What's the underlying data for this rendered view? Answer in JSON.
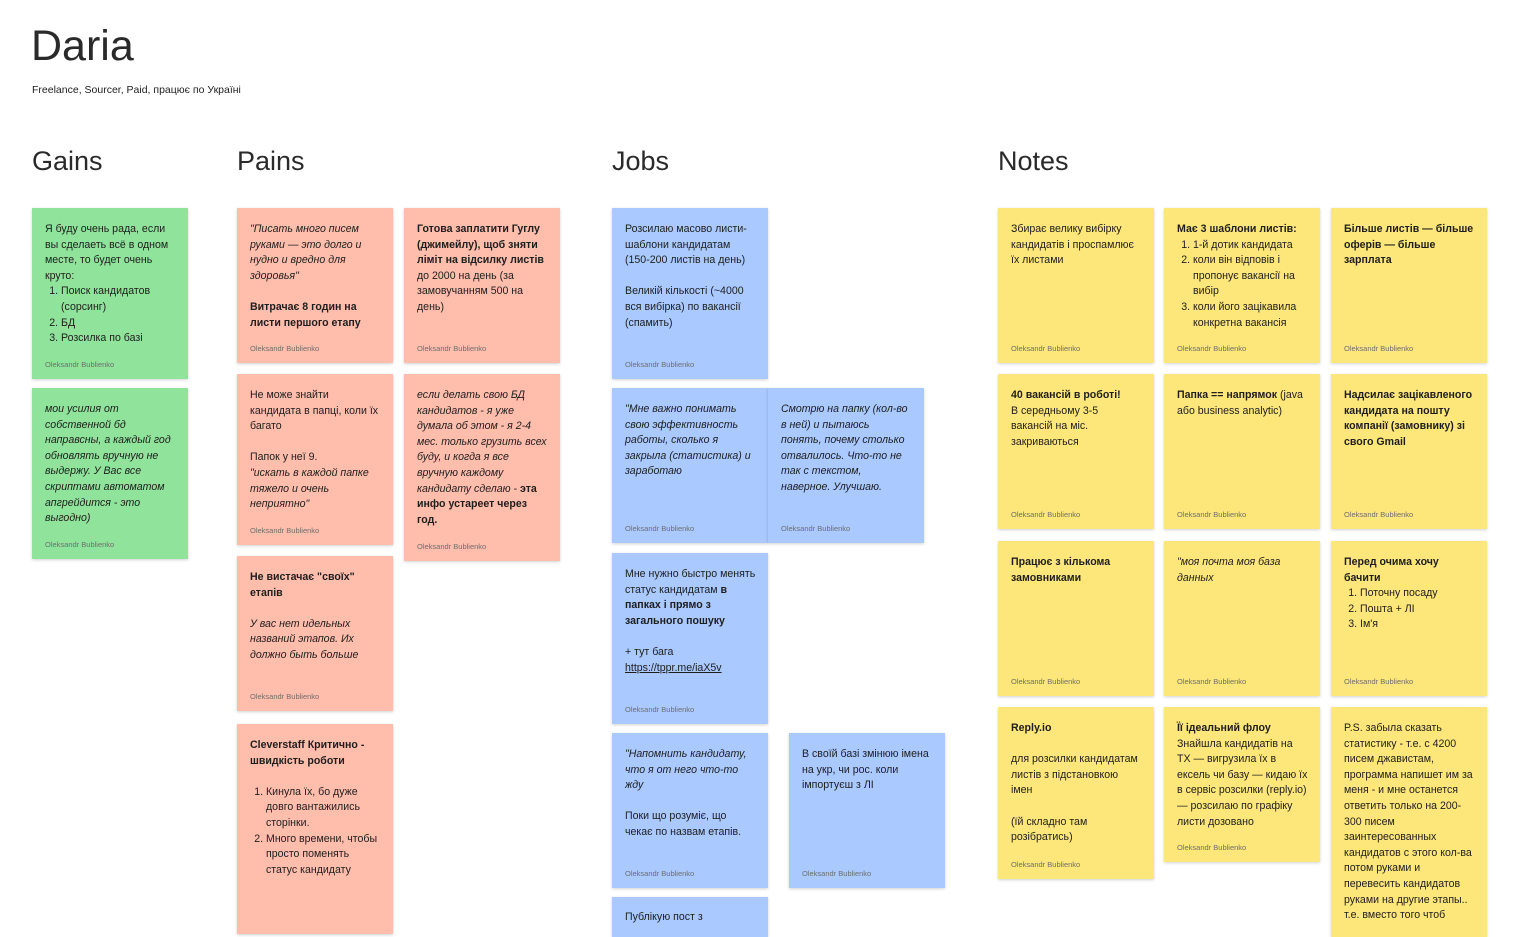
{
  "board": {
    "title": "Daria",
    "subtitle": "Freelance, Sourcer, Paid, працює по Україні"
  },
  "columns": {
    "gains": "Gains",
    "pains": "Pains",
    "jobs": "Jobs",
    "notes": "Notes"
  },
  "author": "Oleksandr Bublienko",
  "colors": {
    "green": "#90e39a",
    "red": "#ffbdac",
    "blue": "#a9c9ff",
    "yellow": "#fde67a"
  },
  "gains": {
    "g1": {
      "text": "Я буду очень рада, если вы сделаеть всё в одном месте, то будет очень круто:",
      "items": [
        "Поиск кандидатов (сорсинг)",
        "БД",
        "Розсилка по базі"
      ]
    },
    "g2": {
      "text": "мои усилия от собственной бд направсны, а каждый год обновлять вручную не выдержу. У Вас все скриптами автоматом апгрейдится - это выгодно)"
    }
  },
  "pains": {
    "p1": {
      "quote": "\"Писать много писем руками — это долго и нудно и вредно для здоровья\"",
      "bold": "Витрачає 8 годин на листи першого етапу"
    },
    "p2": {
      "bold": "Готова заплатити Гуглу (джимейлу), щоб зняти ліміт на відсилку листів",
      "text": " до 2000 на день (за замовучанням 500 на день)"
    },
    "p3": {
      "text": "Не може знайти кандидата в папці, коли їх багато",
      "text2": "Папок у неї 9.",
      "quote": "\"искать в каждой папке тяжело и очень неприятно\""
    },
    "p4": {
      "italic": "если делать свою БД кандидатов - я уже думала об этом - я 2-4 мес. только грузить всех буду, и когда я все вручную каждому кандидату сделаю - ",
      "bold": "эта инфо устареет через год."
    },
    "p5": {
      "bold": "Не вистачає \"своїх\" етапів",
      "italic": "У вас нет идельных названий этапов. Их должно быть больше"
    },
    "p6": {
      "bold": "Cleverstaff Критично - швидкість роботи",
      "items": [
        "Кинула їх, бо дуже довго вантажились сторінки.",
        "Много времени, чтобы просто поменять статус кандидату"
      ]
    }
  },
  "jobs": {
    "j1": {
      "text": "Розсилаю масово листи-шаблони кандидатам (150-200 листів на день)",
      "text2": "Великій кількості (~4000 вся вибірка) по вакансії (спамить)"
    },
    "j2": {
      "italic": "\"Мне важно понимать свою эффективность работы, сколько я закрыла (статистика) и заработаю"
    },
    "j3": {
      "italic": "Смотрю на папку (кол-во в ней) и пытаюсь понять, почему столько отвалилось. Что-то не так с текстом, наверное. Улучшаю."
    },
    "j4": {
      "text": "Мне нужно быстро менять статус кандидатам ",
      "bold": "в папках і прямо з загального пошуку",
      "text2": "+ тут бага",
      "link": "https://tppr.me/iaX5v"
    },
    "j5": {
      "italic": "\"Напомнить кандидату, что я от него что-то жду",
      "text": "Поки що розуміє, що чекає по назвам етапів."
    },
    "j6": {
      "text": "В своїй базі змінюю імена на укр, чи рос. коли імпортуєш з ЛІ"
    },
    "j7": {
      "text": "Публікую пост з"
    }
  },
  "notes": {
    "n1": {
      "text": "Збирає велику вибірку кандидатів і проспамлює їх листами"
    },
    "n2": {
      "bold": "Має 3 шаблони листів:",
      "items": [
        "1-й дотик кандидата",
        "коли він відповів і пропонує вакансії на вибір",
        "коли його зацікавила конкретна вакансія"
      ]
    },
    "n3": {
      "bold": "Більше листів — більше оферів — більше зарплата"
    },
    "n4": {
      "bold": "40 вакансій в роботі!",
      "text": "В середньому 3-5 вакансій на міс. закриваються"
    },
    "n5": {
      "bold": "Папка == напрямок",
      "text": " (java або business analytic)"
    },
    "n6": {
      "bold": "Надсилає зацікавленого кандидата на пошту компанії (замовнику) зі свого Gmail"
    },
    "n7": {
      "bold": "Працює з кількома замовниками"
    },
    "n8": {
      "italic": "\"моя почта моя база данных"
    },
    "n9": {
      "bold": "Перед очима хочу бачити",
      "items": [
        "Поточну посаду",
        "Пошта + ЛІ",
        "Ім'я"
      ]
    },
    "n10": {
      "bold": "Reply.io",
      "text": "для розсилки кандидатам листів з підстановкою імен",
      "text2": "(їй складно там розібратись)"
    },
    "n11": {
      "bold": "Її ідеальний флоу",
      "text": "Знайшла кандидатів на ТХ — вигрузила їх в ексель чи базу — кидаю їх в сервіс розсилки (reply.io) — розсилаю по графіку листи дозовано"
    },
    "n12": {
      "text": "P.S. забыла сказать статистику - т.е. с 4200 писем джавистам, программа напишет им за меня - и мне останется ответить только на 200-300 писем заинтересованных кандидатов с этого кол-ва потом руками и перевесить кандидатов руками на другие этапы.. т.е. вместо того чтоб"
    }
  }
}
